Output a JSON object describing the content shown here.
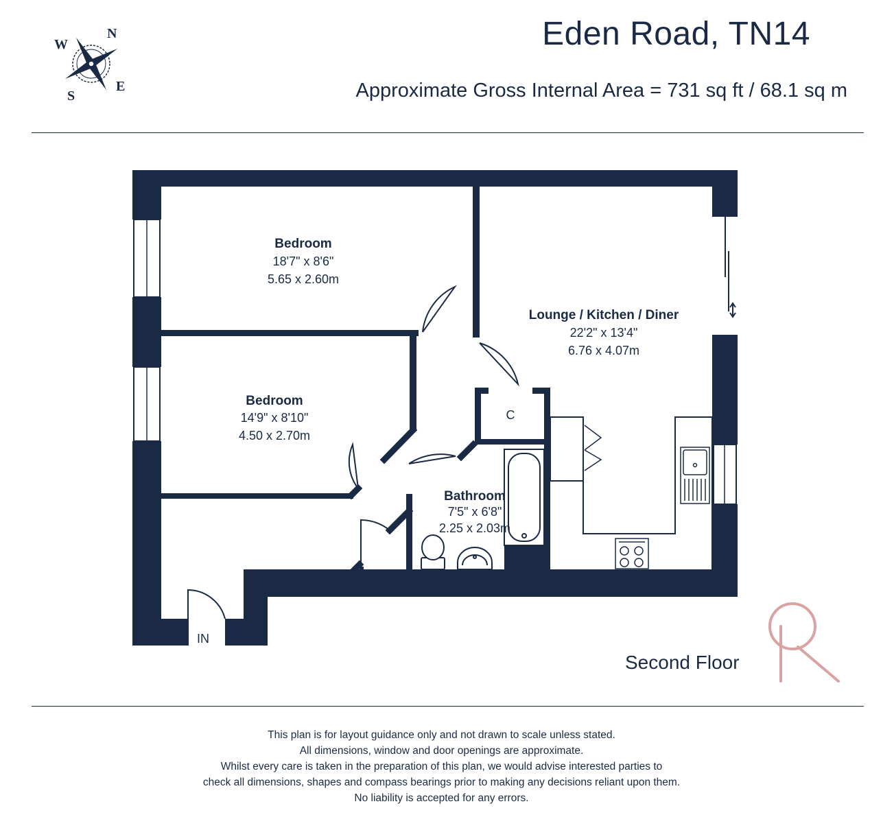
{
  "header": {
    "title": "Eden Road, TN14",
    "area": "Approximate Gross Internal Area = 731 sq ft / 68.1 sq m"
  },
  "compass": {
    "n": "N",
    "s": "S",
    "e": "E",
    "w": "W"
  },
  "rooms": [
    {
      "name": "Bedroom",
      "imperial": "18'7\" x 8'6\"",
      "metric": "5.65 x 2.60m"
    },
    {
      "name": "Bedroom",
      "imperial": "14'9\" x 8'10\"",
      "metric": "4.50 x 2.70m"
    },
    {
      "name": "Lounge / Kitchen / Diner",
      "imperial": "22'2\" x 13'4\"",
      "metric": "6.76 x 4.07m"
    },
    {
      "name": "Bathroom",
      "imperial": "7'5\" x 6'8\"",
      "metric": "2.25 x 2.03m"
    }
  ],
  "cupboard_label": "C",
  "entrance_label": "IN",
  "floor_label": "Second Floor",
  "colors": {
    "wall": "#1b2a44",
    "logo": "#d9a3a3"
  },
  "disclaimer": [
    "This plan is for layout guidance only and not drawn to scale unless stated.",
    "All dimensions, window and door openings are approximate.",
    "Whilst every care is taken in the preparation of this plan, we would advise interested parties to",
    "check all dimensions, shapes and compass bearings prior to making any decisions reliant upon them.",
    "No liability is accepted for any errors."
  ]
}
